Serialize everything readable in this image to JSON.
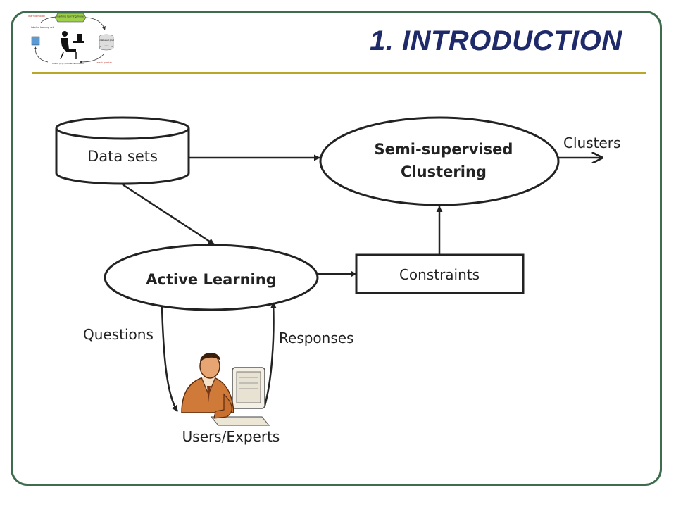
{
  "slide": {
    "title": "1. INTRODUCTION"
  },
  "logo": {
    "learn_label": "learn a model",
    "model_label": "machine learning model",
    "labeled_label": "labeled training set",
    "unlabeled_label": "unlabeled pool",
    "oracle_label": "oracle (e.g., human annotator)",
    "query_label": "select queries"
  },
  "diagram": {
    "nodes": {
      "datasets": "Data sets",
      "semi_line1": "Semi-supervised",
      "semi_line2": "Clustering",
      "active": "Active Learning",
      "constraints": "Constraints",
      "users": "Users/Experts"
    },
    "edge_labels": {
      "clusters": "Clusters",
      "questions": "Questions",
      "responses": "Responses"
    }
  },
  "colors": {
    "frame": "#3f6b4f",
    "rule": "#b9a72a",
    "title": "#1f2a6b",
    "ink": "#222222"
  }
}
